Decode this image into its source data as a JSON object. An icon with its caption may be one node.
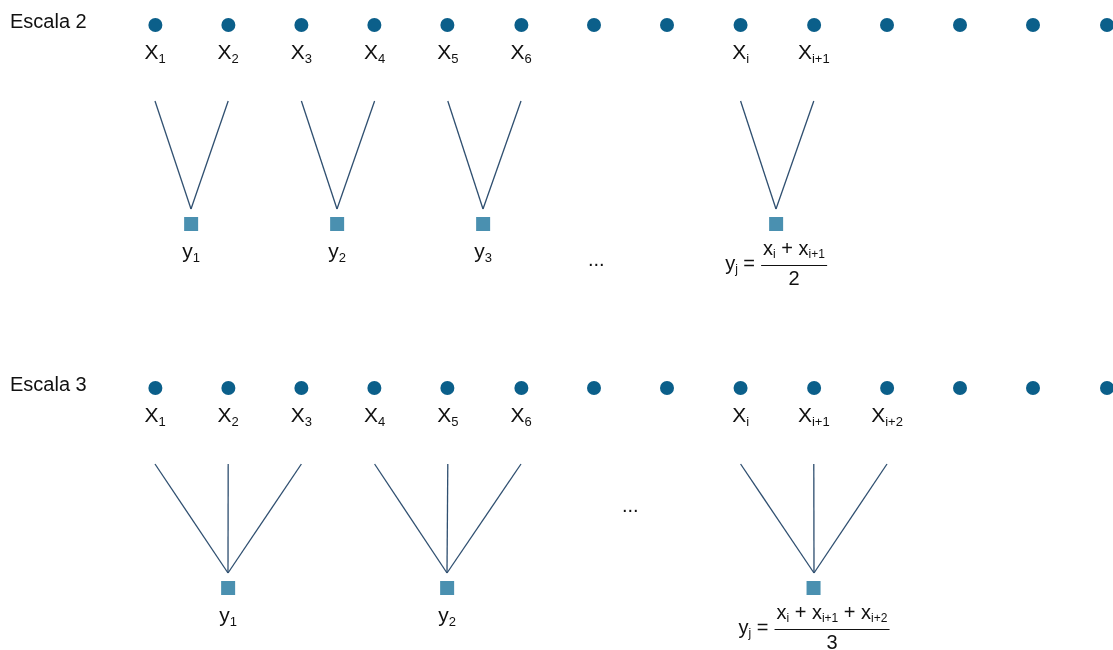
{
  "diagram": {
    "nodes": [
      {
        "text": [
          "X$_{1}$"
        ]
      },
      {
        "text": [
          "X$_{2}$"
        ]
      },
      {
        "text": [
          "X$_{3}$"
        ]
      },
      {
        "text": [
          "X$_{4}$"
        ]
      },
      {
        "text": [
          "X$_{5}$"
        ]
      },
      {
        "text": [
          "X$_{6}$"
        ]
      },
      {
        "text": [],
        "shape": "circle"
      },
      {
        "text": [],
        "shape": "circle"
      },
      {
        "text": [
          "X$_{i}$"
        ]
      },
      {
        "text": [
          "X$_{i+1}$"
        ]
      },
      {
        "text": [],
        "shape": "circle"
      },
      {
        "text": [],
        "shape": "circle"
      },
      {
        "text": [],
        "shape": "circle"
      },
      {
        "text": [],
        "shape": "circle"
      },
      {
        "text": [
          "y$_{1}$"
        ]
      },
      {
        "text": [
          "y$_{2}$"
        ]
      },
      {
        "text": [
          "y$_{3}$"
        ]
      },
      {
        "text": [
          "y$_{j}$ =",
          "x$_{i}$ + x$_{i+1}$",
          "2"
        ]
      },
      {
        "text": [
          "X$_{1}$"
        ]
      },
      {
        "text": [
          "X$_{2}$"
        ]
      },
      {
        "text": [
          "X$_{3}$"
        ]
      },
      {
        "text": [
          "X$_{4}$"
        ]
      },
      {
        "text": [
          "X$_{5}$"
        ]
      },
      {
        "text": [
          "X$_{6}$"
        ]
      },
      {
        "text": [],
        "shape": "circle"
      },
      {
        "text": [],
        "shape": "circle"
      },
      {
        "text": [
          "X$_{i}$"
        ]
      },
      {
        "text": [
          "X$_{i+1}$"
        ]
      },
      {
        "text": [
          "X$_{i+2}$"
        ]
      },
      {
        "text": [],
        "shape": "circle"
      },
      {
        "text": [],
        "shape": "circle"
      },
      {
        "text": [],
        "shape": "circle"
      },
      {
        "text": [
          "y$_{1}$"
        ]
      },
      {
        "text": [
          "y$_{2}$"
        ]
      },
      {
        "text": [
          "y$_{j}$ =",
          "x$_{i}$ + x$_{i+1}$ + x$_{i+2}$",
          "3"
        ]
      }
    ],
    "edges": [
      {
        "from": 0,
        "to": 14,
        "arrow": "none"
      },
      {
        "from": 1,
        "to": 14,
        "arrow": "none"
      },
      {
        "from": 2,
        "to": 15,
        "arrow": "none"
      },
      {
        "from": 3,
        "to": 15,
        "arrow": "none"
      },
      {
        "from": 4,
        "to": 16,
        "arrow": "none"
      },
      {
        "from": 5,
        "to": 16,
        "arrow": "none"
      },
      {
        "from": 8,
        "to": 17,
        "arrow": "none"
      },
      {
        "from": 9,
        "to": 17,
        "arrow": "none"
      },
      {
        "from": 18,
        "to": 32,
        "arrow": "none"
      },
      {
        "from": 19,
        "to": 32,
        "arrow": "none"
      },
      {
        "from": 20,
        "to": 32,
        "arrow": "none"
      },
      {
        "from": 21,
        "to": 33,
        "arrow": "none"
      },
      {
        "from": 22,
        "to": 33,
        "arrow": "none"
      },
      {
        "from": 23,
        "to": 33,
        "arrow": "none"
      },
      {
        "from": 26,
        "to": 34,
        "arrow": "none"
      },
      {
        "from": 27,
        "to": 34,
        "arrow": "none"
      },
      {
        "from": 28,
        "to": 34,
        "arrow": "none"
      }
    ],
    "labels": [
      "Escala 2",
      "...",
      "Escala 3",
      "..."
    ]
  }
}
